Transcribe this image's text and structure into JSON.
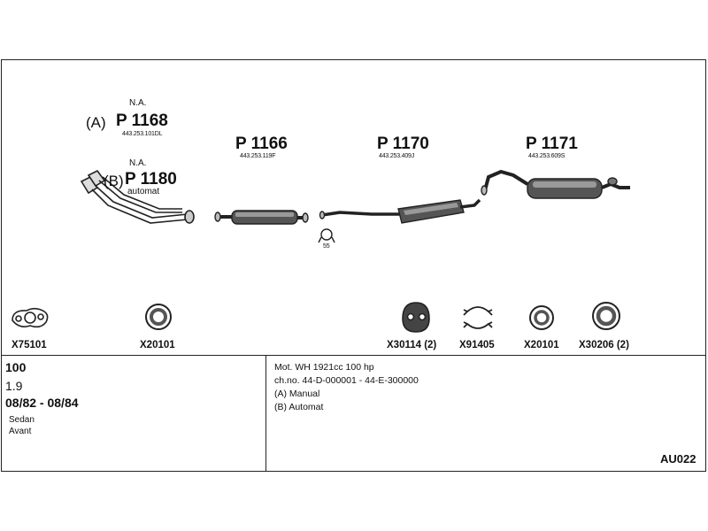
{
  "parts": {
    "p1168": {
      "prefix": "(A)",
      "note": "N.A.",
      "number": "P 1168",
      "ref": "443.253.101DL"
    },
    "p1180": {
      "prefix": "(B)",
      "note": "N.A.",
      "number": "P 1180",
      "sub": "automat"
    },
    "p1166": {
      "number": "P 1166",
      "ref": "443.253.119F"
    },
    "p1170": {
      "number": "P 1170",
      "ref": "443.253.409J"
    },
    "p1171": {
      "number": "P 1171",
      "ref": "443.253.609S"
    },
    "clamp_label": "55"
  },
  "accessories": [
    {
      "code": "X75101",
      "icon": "gasket-flange-icon"
    },
    {
      "code": "X20101",
      "icon": "ring-gasket-icon"
    },
    {
      "code": "X30114 (2)",
      "icon": "rubber-mount-icon"
    },
    {
      "code": "X91405",
      "icon": "clamp-icon"
    },
    {
      "code": "X20101",
      "icon": "ring-gasket-icon"
    },
    {
      "code": "X30206 (2)",
      "icon": "ring-gasket-icon"
    }
  ],
  "vehicle": {
    "model": "100",
    "engine": "1.9",
    "years": "08/82 - 08/84",
    "body1": "Sedan",
    "body2": "Avant"
  },
  "specs": {
    "line1": "Mot. WH 1921cc 100 hp",
    "line2": "ch.no. 44-D-000001 - 44-E-300000",
    "line3": "(A) Manual",
    "line4": "(B) Automat"
  },
  "reference": "AU022"
}
